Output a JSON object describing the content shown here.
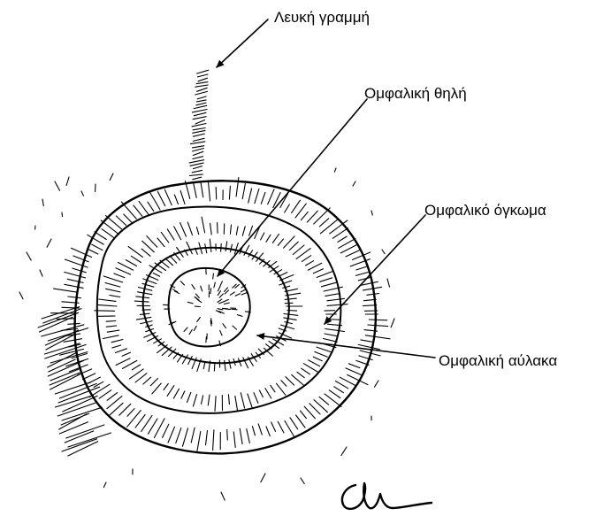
{
  "diagram": {
    "labels": {
      "linea_alba": "Λευκή γραμμή",
      "umbilical_papilla": "Ομφαλική θηλή",
      "umbilical_swelling": "Ομφαλικό όγκωμα",
      "umbilical_groove": "Ομφαλική αύλακα"
    },
    "signature": "artist signature (handwritten)"
  },
  "colors": {
    "ink": "#000000",
    "background": "#ffffff"
  }
}
